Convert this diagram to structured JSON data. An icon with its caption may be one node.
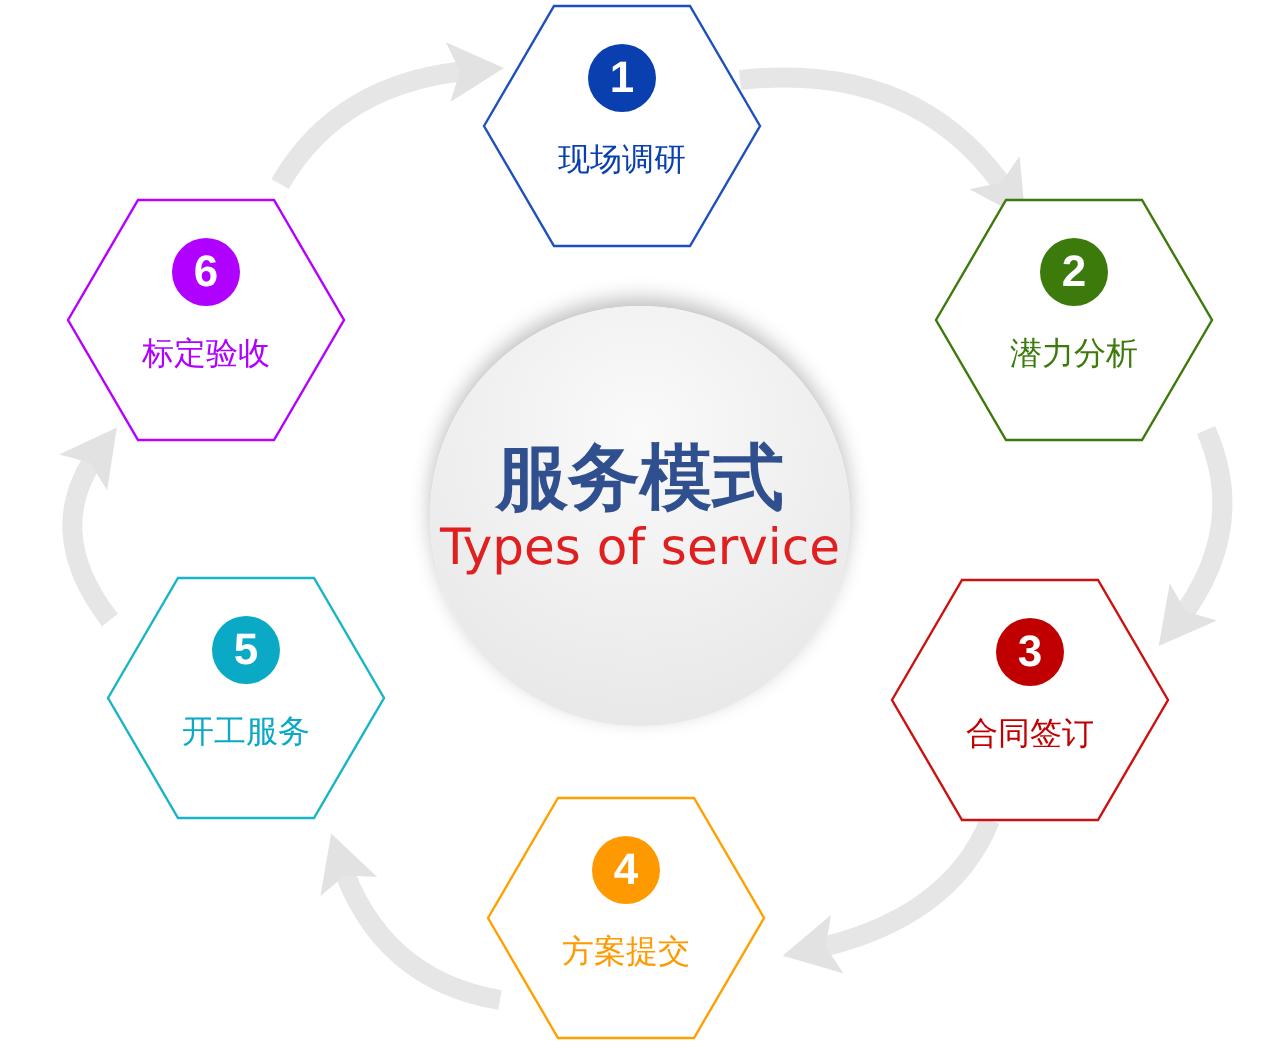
{
  "diagram": {
    "nodes": [
      {
        "text": [
          "服务模式",
          "Types of service"
        ]
      },
      {
        "text": [
          "1",
          "现场调研"
        ]
      },
      {
        "text": [
          "2",
          "潜力分析"
        ]
      },
      {
        "text": [
          "3",
          "合同签订"
        ]
      },
      {
        "text": [
          "4",
          "方案提交"
        ]
      },
      {
        "text": [
          "5",
          "开工服务"
        ]
      },
      {
        "text": [
          "6",
          "标定验收"
        ]
      }
    ],
    "edges": [
      {
        "from": 1,
        "to": 2,
        "arrow": "to"
      },
      {
        "from": 2,
        "to": 3,
        "arrow": "to"
      },
      {
        "from": 3,
        "to": 4,
        "arrow": "to"
      },
      {
        "from": 4,
        "to": 5,
        "arrow": "to"
      },
      {
        "from": 5,
        "to": 6,
        "arrow": "to"
      },
      {
        "from": 6,
        "to": 1,
        "arrow": "to"
      }
    ]
  }
}
